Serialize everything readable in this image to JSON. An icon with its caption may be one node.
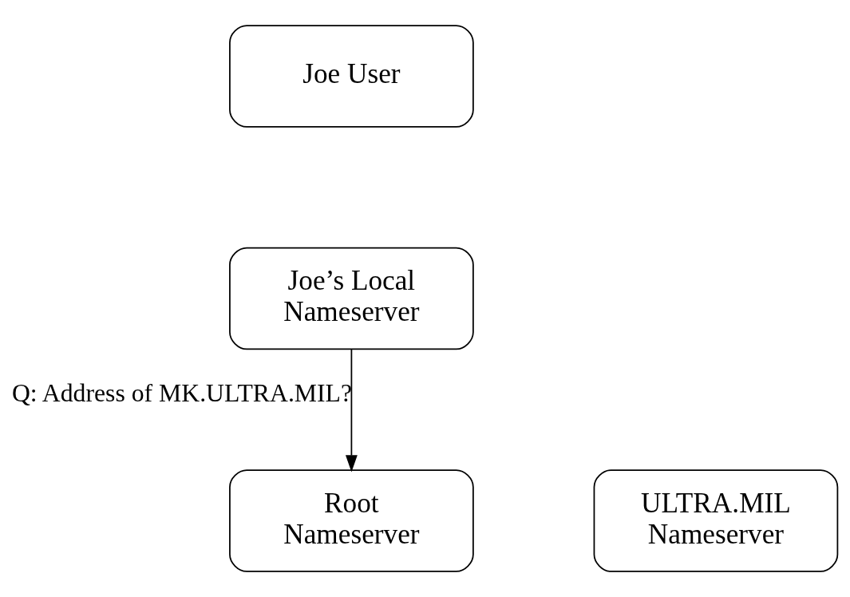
{
  "diagram": {
    "nodes": [
      {
        "text": [
          "Joe User"
        ]
      },
      {
        "text": [
          "Joe’s Local Nameserver"
        ]
      },
      {
        "text": [
          "Root Nameserver"
        ]
      },
      {
        "text": [
          "ULTRA.MIL Nameserver"
        ]
      }
    ],
    "edges": [
      {
        "from": 1,
        "to": 2,
        "arrow": "to",
        "label": "Q: Address of MK.ULTRA.MIL?"
      }
    ]
  }
}
